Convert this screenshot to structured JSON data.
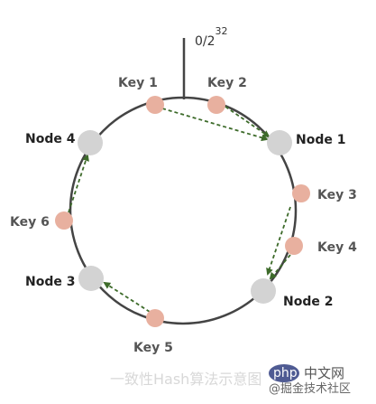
{
  "diagram": {
    "ring_top_label_base": "0/2",
    "ring_top_label_exp": "32",
    "nodes": [
      {
        "label": "Node 1"
      },
      {
        "label": "Node 2"
      },
      {
        "label": "Node 3"
      },
      {
        "label": "Node 4"
      }
    ],
    "keys": [
      {
        "label": "Key 1"
      },
      {
        "label": "Key 2"
      },
      {
        "label": "Key 3"
      },
      {
        "label": "Key 4"
      },
      {
        "label": "Key 5"
      },
      {
        "label": "Key 6"
      }
    ],
    "caption": "一致性Hash算法示意图",
    "colors": {
      "ring": "#444444",
      "node_fill": "#d3d3d3",
      "key_fill": "#e8b09f",
      "arrow": "#3d6b2a"
    }
  },
  "watermark": {
    "brand_badge": "php",
    "brand_text": "中文网",
    "sub_text": "@掘金技术社区"
  }
}
